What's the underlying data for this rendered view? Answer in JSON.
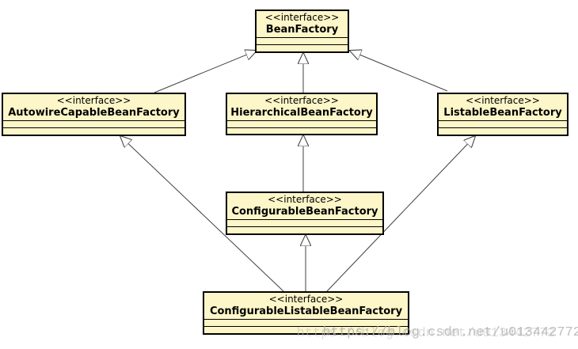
{
  "diagram": {
    "nodes": [
      {
        "id": "BeanFactory",
        "stereotype": "<<interface>>",
        "name": "BeanFactory"
      },
      {
        "id": "AutowireCapableBeanFactory",
        "stereotype": "<<interface>>",
        "name": "AutowireCapableBeanFactory"
      },
      {
        "id": "HierarchicalBeanFactory",
        "stereotype": "<<interface>>",
        "name": "HierarchicalBeanFactory"
      },
      {
        "id": "ListableBeanFactory",
        "stereotype": "<<interface>>",
        "name": "ListableBeanFactory"
      },
      {
        "id": "ConfigurableBeanFactory",
        "stereotype": "<<interface>>",
        "name": "ConfigurableBeanFactory"
      },
      {
        "id": "ConfigurableListableBeanFactory",
        "stereotype": "<<interface>>",
        "name": "ConfigurableListableBeanFactory"
      }
    ],
    "edges": [
      {
        "from": "AutowireCapableBeanFactory",
        "to": "BeanFactory",
        "type": "generalization"
      },
      {
        "from": "HierarchicalBeanFactory",
        "to": "BeanFactory",
        "type": "generalization"
      },
      {
        "from": "ListableBeanFactory",
        "to": "BeanFactory",
        "type": "generalization"
      },
      {
        "from": "ConfigurableBeanFactory",
        "to": "HierarchicalBeanFactory",
        "type": "generalization"
      },
      {
        "from": "ConfigurableListableBeanFactory",
        "to": "AutowireCapableBeanFactory",
        "type": "generalization"
      },
      {
        "from": "ConfigurableListableBeanFactory",
        "to": "ConfigurableBeanFactory",
        "type": "generalization"
      },
      {
        "from": "ConfigurableListableBeanFactory",
        "to": "ListableBeanFactory",
        "type": "generalization"
      }
    ]
  },
  "watermark": {
    "text": "https://blog.csdn.net/u013442772"
  },
  "colors": {
    "node_fill": "#fcf6c8",
    "node_border": "#000000",
    "edge_line": "#404040",
    "arrowhead_fill": "#ffffff",
    "watermark": "#aaaaaa"
  }
}
